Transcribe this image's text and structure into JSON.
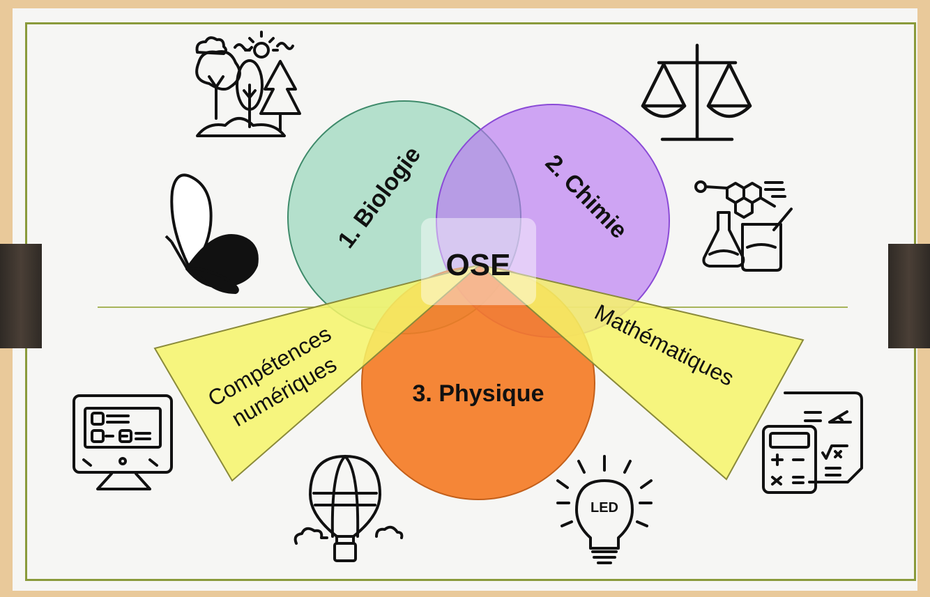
{
  "center": {
    "label": "OSE"
  },
  "circles": [
    {
      "id": "biologie",
      "label": "1. Biologie",
      "color": "#a8dcc4"
    },
    {
      "id": "chimie",
      "label": "2. Chimie",
      "color": "#c88df5"
    },
    {
      "id": "physique",
      "label": "3. Physique",
      "color": "#f57f2c"
    }
  ],
  "wedges": [
    {
      "id": "competences",
      "lines": [
        "Compétences",
        "numériques"
      ],
      "color": "#f6f568"
    },
    {
      "id": "mathematiques",
      "label": "Mathématiques",
      "color": "#f6f568"
    }
  ],
  "icons": [
    "forest-icon",
    "butterfly-icon",
    "balance-scale-icon",
    "chemistry-lab-icon",
    "computer-monitor-icon",
    "hot-air-balloon-icon",
    "led-bulb-icon",
    "calculator-math-icon"
  ],
  "colors": {
    "frame": "#8a9a3b",
    "background": "#f6f6f4",
    "wood": "#e9c99a"
  }
}
